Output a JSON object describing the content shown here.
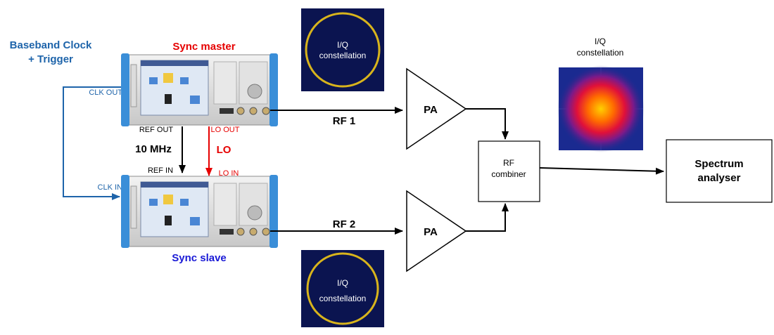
{
  "colors": {
    "master_label": "#e60000",
    "slave_label": "#1a1ad6",
    "baseband": "#1e64aa",
    "lo": "#e60000",
    "line": "#000000",
    "constellation_bg": "#0b1450",
    "constellation_ring": "#d8b41c"
  },
  "baseband": {
    "line1": "Baseband Clock",
    "line2": "+ Trigger"
  },
  "master": {
    "label": "Sync master",
    "clk_out": "CLK OUT",
    "ref_out": "REF OUT",
    "lo_out": "LO OUT"
  },
  "slave": {
    "label": "Sync slave",
    "clk_in": "CLK IN",
    "ref_in": "REF IN",
    "lo_in": "LO IN"
  },
  "links": {
    "ref_freq": "10 MHz",
    "lo": "LO",
    "rf1": "RF 1",
    "rf2": "RF 2"
  },
  "amplifiers": {
    "top": "PA",
    "bottom": "PA"
  },
  "combiner": {
    "line1": "RF",
    "line2": "combiner"
  },
  "analyser": {
    "line1": "Spectrum",
    "line2": "analyser"
  },
  "constellations": {
    "top": {
      "line1": "I/Q",
      "line2": "constellation"
    },
    "bottom": {
      "line1": "I/Q",
      "line2": "constellation"
    },
    "output": {
      "line1": "I/Q",
      "line2": "constellation"
    }
  },
  "icons": [
    "signal-generator-icon",
    "amplifier-icon",
    "constellation-icon",
    "heatmap-icon"
  ]
}
